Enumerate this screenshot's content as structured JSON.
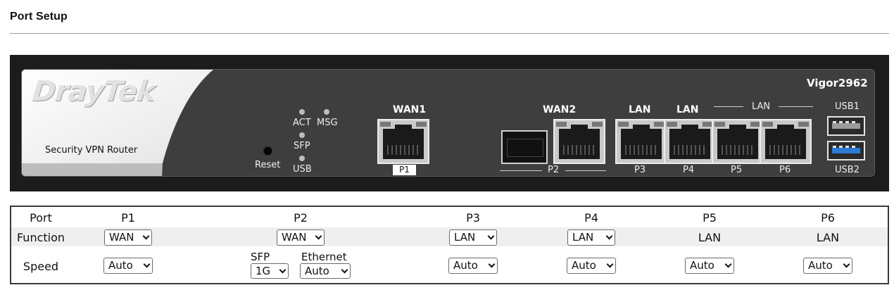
{
  "page_title": "Port Setup",
  "router": {
    "brand": "DrayTek",
    "tagline": "Security VPN Router",
    "model": "Vigor2962",
    "leds": {
      "act": "ACT",
      "msg": "MSG",
      "sfp": "SFP",
      "usb": "USB"
    },
    "reset_label": "Reset",
    "port_titles": {
      "wan1": "WAN1",
      "wan2": "WAN2",
      "lan_p3": "LAN",
      "lan_p4": "LAN",
      "lan_group": "LAN",
      "usb1": "USB1",
      "usb2": "USB2"
    },
    "port_labels": {
      "p1": "P1",
      "p2": "P2",
      "p3": "P3",
      "p4": "P4",
      "p5": "P5",
      "p6": "P6"
    }
  },
  "table": {
    "row_labels": {
      "port": "Port",
      "function": "Function",
      "speed": "Speed"
    },
    "sfp_label": "SFP",
    "ethernet_label": "Ethernet",
    "ports": [
      {
        "name": "P1",
        "function": "WAN",
        "function_editable": true,
        "speed": "Auto"
      },
      {
        "name": "P2",
        "function": "WAN",
        "function_editable": true,
        "sfp_speed": "1G",
        "ethernet_speed": "Auto"
      },
      {
        "name": "P3",
        "function": "LAN",
        "function_editable": true,
        "speed": "Auto"
      },
      {
        "name": "P4",
        "function": "LAN",
        "function_editable": true,
        "speed": "Auto"
      },
      {
        "name": "P5",
        "function": "LAN",
        "function_editable": false,
        "speed": "Auto"
      },
      {
        "name": "P6",
        "function": "LAN",
        "function_editable": false,
        "speed": "Auto"
      }
    ]
  }
}
